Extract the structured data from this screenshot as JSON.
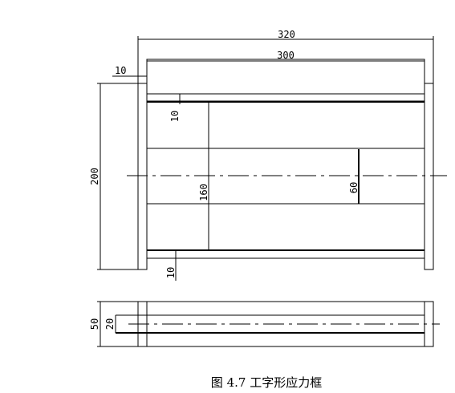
{
  "figure": {
    "dimensions": {
      "overall_width": "320",
      "inner_width": "300",
      "side_offset": "10",
      "top_gap": "10",
      "height_overall": "200",
      "inner_height": "160",
      "web_height": "60",
      "bottom_gap": "10",
      "side_view_height": "50",
      "side_view_inner": "20"
    },
    "caption": "图 4.7  工字形应力框"
  }
}
